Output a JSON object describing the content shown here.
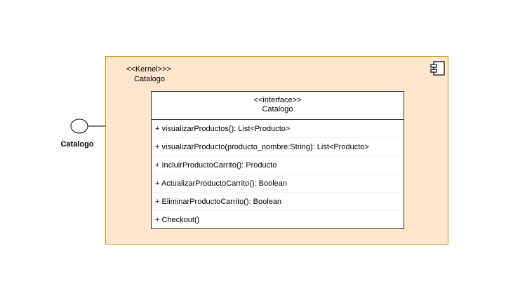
{
  "component": {
    "stereotype": "<<Kernel>>>",
    "name": "Catalogo",
    "icon": "uml-component-icon",
    "fill_color": "#ffe6cc",
    "stroke_color": "#d79b00"
  },
  "interface": {
    "stereotype": "<<interface>>",
    "name": "Catalogo",
    "operations": [
      "+ visualizarProductos(): List<Producto>",
      "+ visualizarProducto(producto_nombre:String): List<Producto>",
      "+ IncluirProductoCarrito(): Producto",
      "+ ActualizarProductoCarrito(): Boolean",
      "+ EliminarProductoCarrito(): Boolean",
      "+ Checkout()"
    ]
  },
  "provided_interface": {
    "label": "Catalogo"
  }
}
